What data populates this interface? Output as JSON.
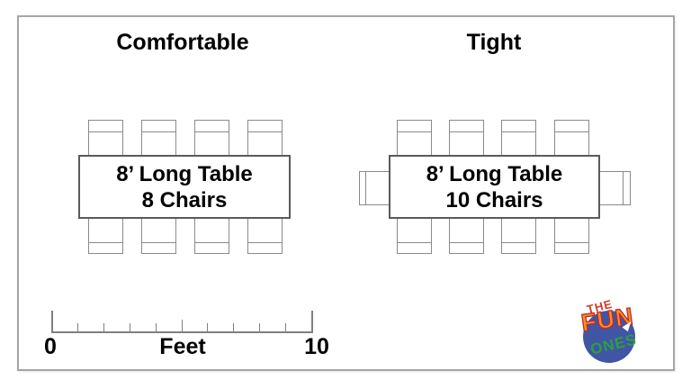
{
  "panels": [
    {
      "title": "Comfortable",
      "table_line1": "8’ Long Table",
      "table_line2": "8 Chairs"
    },
    {
      "title": "Tight",
      "table_line1": "8’ Long Table",
      "table_line2": "10 Chairs"
    }
  ],
  "scale": {
    "start_label": "0",
    "unit_label": "Feet",
    "end_label": "10",
    "num_ticks": 11,
    "min_feet": 0,
    "max_feet": 10
  },
  "logo": {
    "word_the": "THE",
    "word_fun": "FUN",
    "word_ones": "ONES",
    "colors": {
      "word-the": "#cf3a2b",
      "word-fun": "#f6921e",
      "word-ones": "#2d9e41",
      "circle": "#4155a5"
    }
  },
  "diagram_meta": {
    "type": "banquet-table-seating-diagram",
    "table_length_feet": 8,
    "comfortable_chair_count": 8,
    "tight_chair_count": 10
  }
}
